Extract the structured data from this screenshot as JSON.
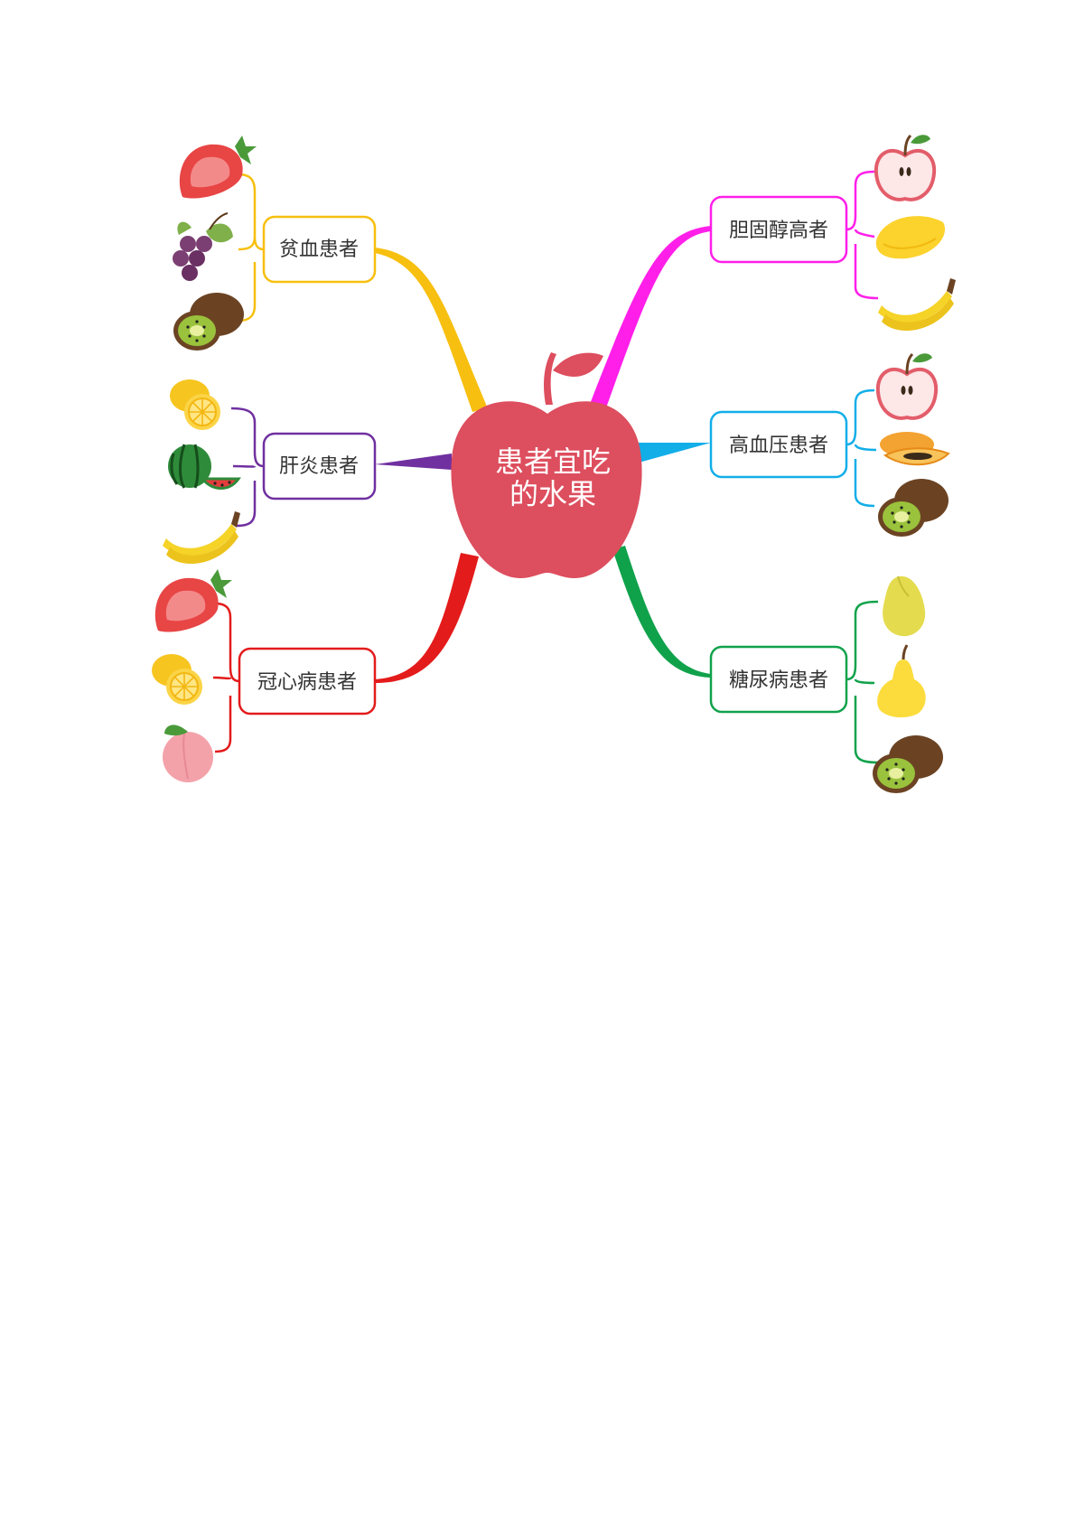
{
  "center": {
    "line1": "患者宜吃",
    "line2": "的水果",
    "color": "#dd4e5e"
  },
  "branches": [
    {
      "label": "贫血患者",
      "color": "#f7bf0f",
      "fruits": [
        "strawberry-icon",
        "grape-icon",
        "kiwi-icon"
      ]
    },
    {
      "label": "肝炎患者",
      "color": "#7030a0",
      "fruits": [
        "orange-icon",
        "watermelon-icon",
        "banana-icon"
      ]
    },
    {
      "label": "冠心病患者",
      "color": "#e31b1b",
      "fruits": [
        "strawberry-icon",
        "orange-icon",
        "peach-icon"
      ]
    },
    {
      "label": "胆固醇高者",
      "color": "#ff1fe9",
      "fruits": [
        "apple-icon",
        "mango-icon",
        "banana-icon"
      ]
    },
    {
      "label": "高血压患者",
      "color": "#12aee8",
      "fruits": [
        "apple-icon",
        "papaya-icon",
        "kiwi-icon"
      ]
    },
    {
      "label": "糖尿病患者",
      "color": "#10a24b",
      "fruits": [
        "guava-icon",
        "pear-icon",
        "kiwi-icon"
      ]
    }
  ]
}
